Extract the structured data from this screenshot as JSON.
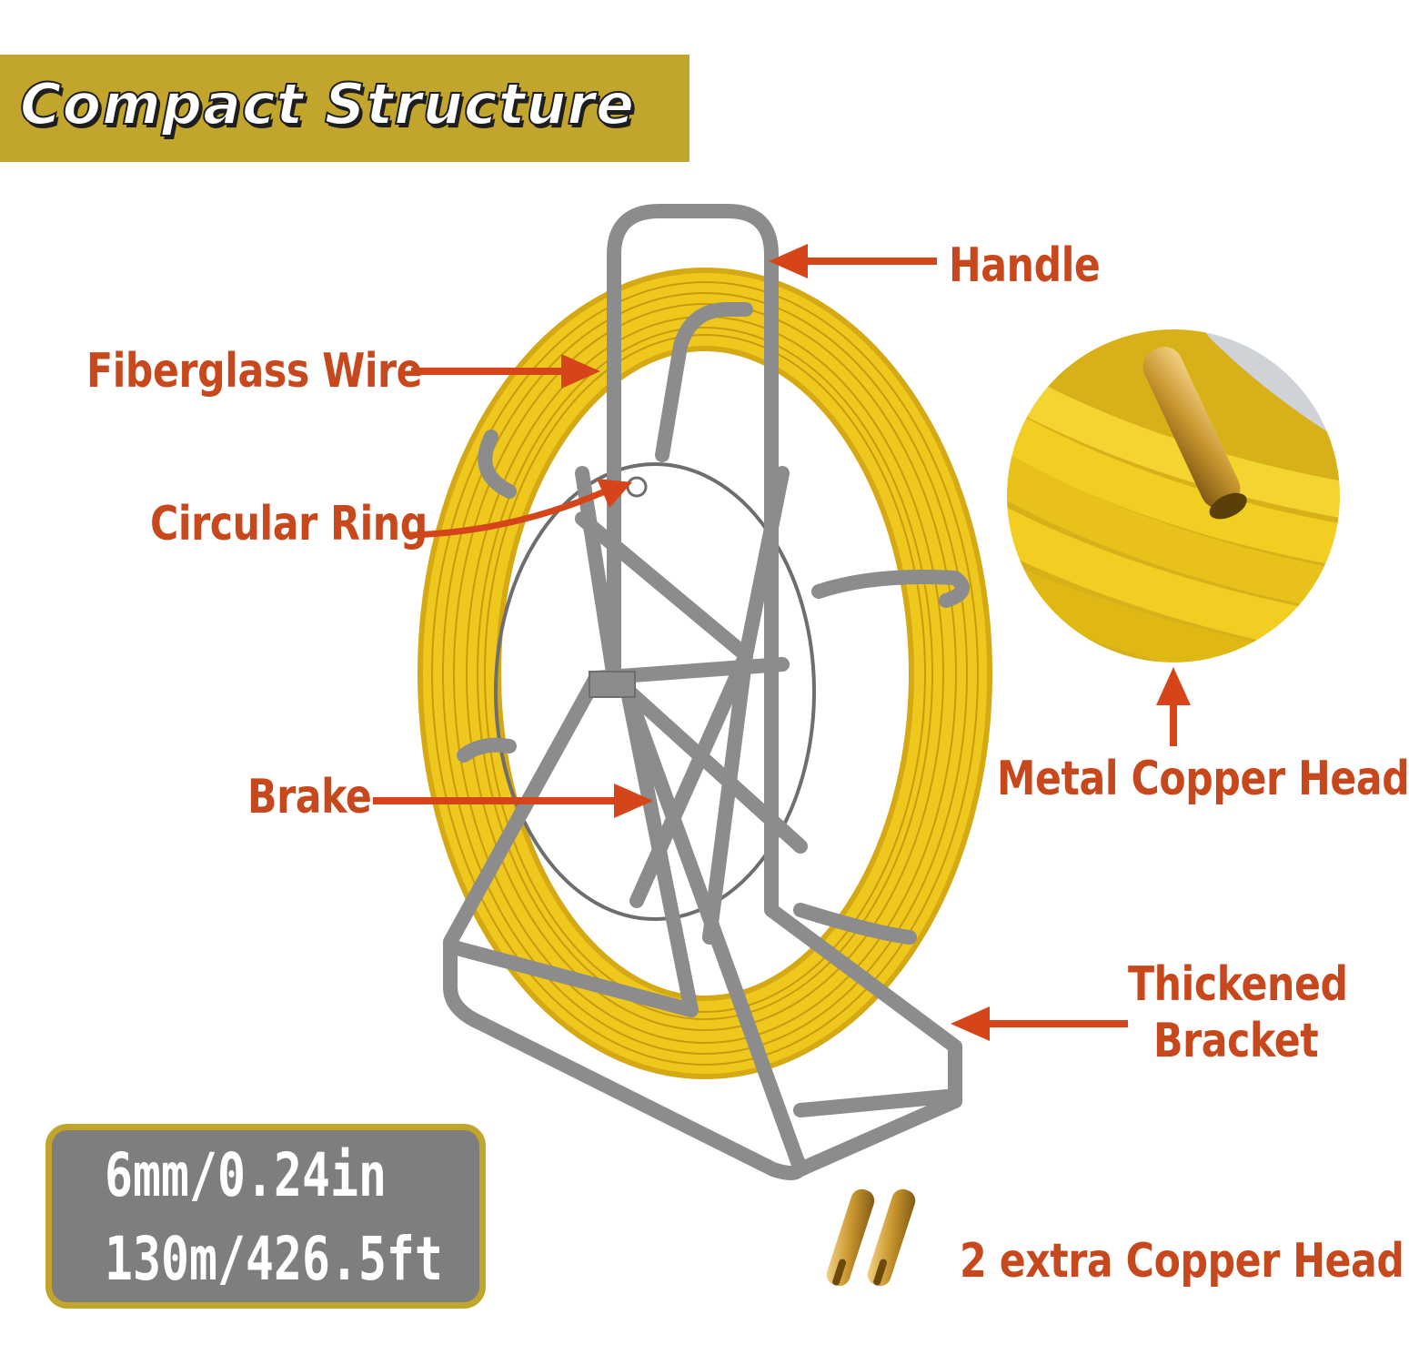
{
  "title": "Compact Structure",
  "labels": {
    "handle": "Handle",
    "fiberglass_wire": "Fiberglass Wire",
    "circular_ring": "Circular Ring",
    "brake": "Brake",
    "metal_copper_head": "Metal Copper Head",
    "thickened_bracket_line1": "Thickened",
    "thickened_bracket_line2": "Bracket",
    "extra_copper_head": "2 extra Copper Head"
  },
  "specs": {
    "diameter": "6mm/0.24in",
    "length": "130m/426.5ft"
  },
  "colors": {
    "banner": "#c2a52c",
    "label": "#c8481d",
    "wire": "#e8c21a",
    "frame": "#8a8a8a",
    "spec_box": "#7e7e7e"
  }
}
